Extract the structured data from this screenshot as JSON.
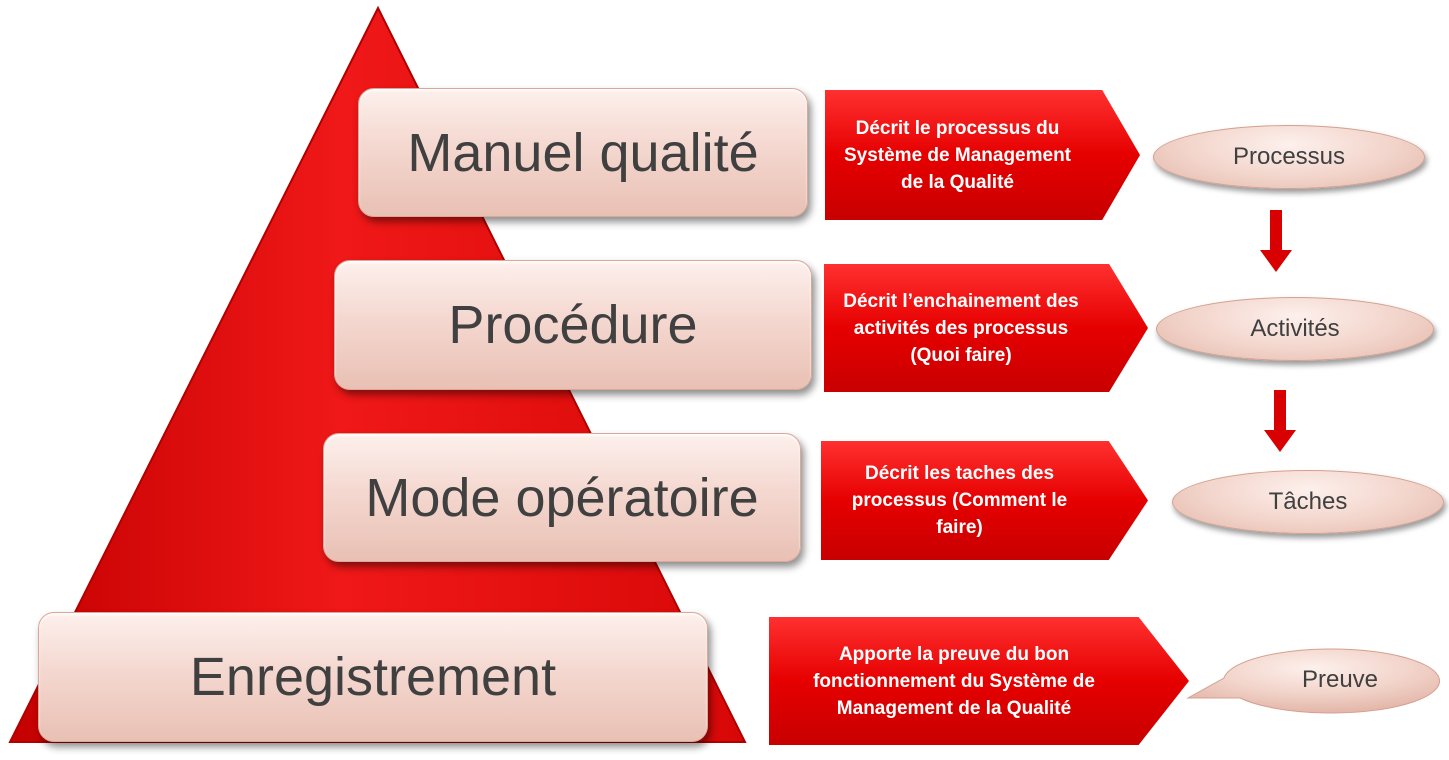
{
  "levels": [
    {
      "label": "Manuel qualité"
    },
    {
      "label": "Procédure"
    },
    {
      "label": "Mode opératoire"
    },
    {
      "label": "Enregistrement"
    }
  ],
  "descriptions": [
    {
      "text": "Décrit le processus du Système de Management de la Qualité"
    },
    {
      "text": "Décrit l’enchainement des activités des processus (Quoi faire)"
    },
    {
      "text": "Décrit les taches des processus (Comment le faire)"
    },
    {
      "text": "Apporte la preuve du bon fonctionnement du Système de Management de la Qualité"
    }
  ],
  "outcomes": [
    {
      "label": "Processus"
    },
    {
      "label": "Activités"
    },
    {
      "label": "Tâches"
    },
    {
      "label": "Preuve"
    }
  ],
  "colors": {
    "pyramid_red": "#e01010",
    "box_fill": "#f4d8d0",
    "text_gray": "#404040"
  }
}
